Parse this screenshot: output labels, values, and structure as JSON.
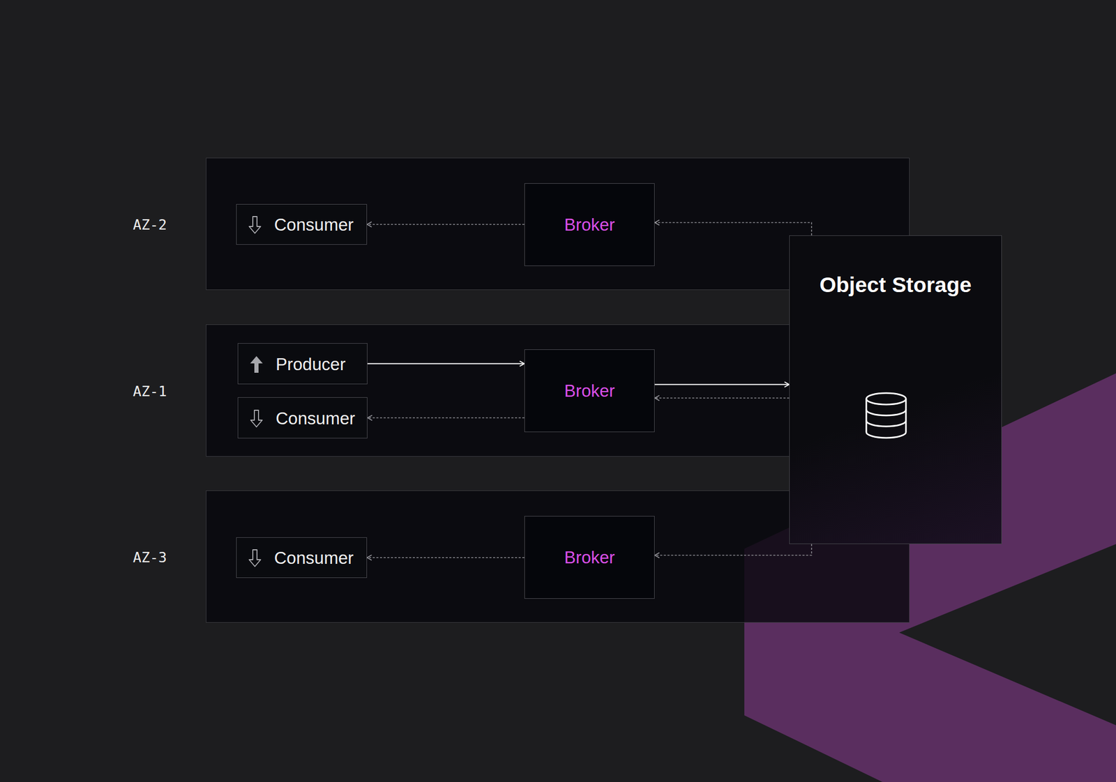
{
  "diagram": {
    "nodes": [
      {
        "text": [
          "AZ-2"
        ]
      },
      {
        "text": [
          "Consumer"
        ],
        "in": 0
      },
      {
        "text": [
          "Broker"
        ],
        "in": 0
      },
      {
        "text": [
          "AZ-1"
        ]
      },
      {
        "text": [
          "Producer"
        ],
        "in": 3
      },
      {
        "text": [
          "Consumer"
        ],
        "in": 3
      },
      {
        "text": [
          "Broker"
        ],
        "in": 3
      },
      {
        "text": [
          "AZ-3"
        ]
      },
      {
        "text": [
          "Consumer"
        ],
        "in": 7
      },
      {
        "text": [
          "Broker"
        ],
        "in": 7
      },
      {
        "text": [
          "Object Storage"
        ]
      }
    ],
    "edges": [
      {
        "from": 2,
        "to": 1,
        "arrow": "to"
      },
      {
        "from": 10,
        "to": 2,
        "arrow": "to"
      },
      {
        "from": 4,
        "to": 6,
        "arrow": "to"
      },
      {
        "from": 6,
        "to": 10,
        "arrow": "to"
      },
      {
        "from": 10,
        "to": 6,
        "arrow": "to"
      },
      {
        "from": 6,
        "to": 5,
        "arrow": "to"
      },
      {
        "from": 10,
        "to": 9,
        "arrow": "to"
      },
      {
        "from": 9,
        "to": 8,
        "arrow": "to"
      }
    ]
  }
}
